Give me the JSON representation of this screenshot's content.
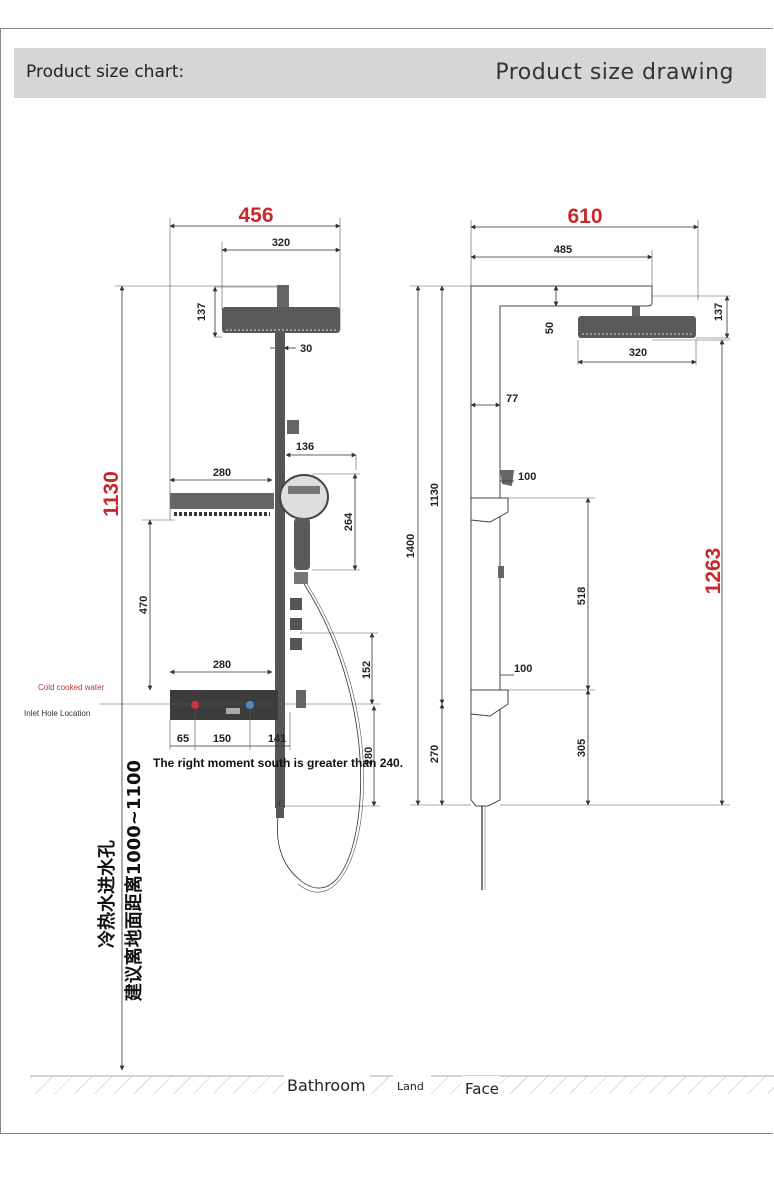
{
  "header": {
    "left_title": "Product size chart:",
    "right_title": "Product size drawing"
  },
  "front_view": {
    "overall_width": "456",
    "head_width": "320",
    "head_height": "137",
    "arm_offset": "30",
    "handshower_width": "136",
    "handshower_length": "264",
    "overall_height": "1130",
    "shelf_width_upper": "280",
    "shelf_spacing": "470",
    "shelf_width_lower": "280",
    "shelf_to_inlet": "152",
    "inlet_left_margin": "65",
    "inlet_spacing": "150",
    "inlet_right_margin": "141",
    "bottom_extension": "280",
    "cold_label": "Cold cooked water",
    "inlet_label": "Inlet Hole Location",
    "note": "The right moment south is greater than 240."
  },
  "side_view": {
    "overall_depth": "610",
    "arm_length": "485",
    "arm_thickness": "50",
    "head_thickness": "137",
    "head_width": "320",
    "wall_offset": "77",
    "hook_offset_upper": "100",
    "total_height": "1400",
    "column_height": "1130",
    "max_height": "1263",
    "shelf_spacing": "518",
    "hook_offset_lower": "100",
    "base_height": "270",
    "lower_shelf_height": "305"
  },
  "chinese_note_line1": "冷热水进水孔",
  "chinese_note_line2": "建议离地面距离1000~1100",
  "floor_labels": {
    "bathroom": "Bathroom",
    "land": "Land",
    "face": "Face"
  },
  "colors": {
    "dimension_red": "#c8272b",
    "header_bg": "#d6d6d6",
    "hot_marker": "#d9333a",
    "cold_marker": "#4a90d9"
  }
}
